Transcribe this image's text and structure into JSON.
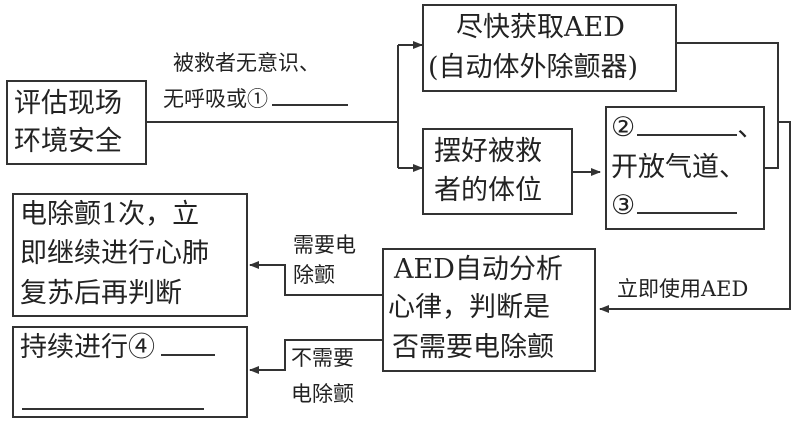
{
  "diagram": {
    "title": "AED急救流程",
    "nodes": {
      "assess": {
        "lines": [
          "评估现场",
          "环境安全"
        ]
      },
      "get_aed": {
        "lines": [
          "尽快获取AED",
          "(自动体外除颤器)"
        ]
      },
      "position": {
        "lines": [
          "摆好被救",
          "者的体位"
        ]
      },
      "cpr": {
        "line1_prefix": "②",
        "line2": "开放气道、",
        "line3_prefix": "③",
        "sep": "、"
      },
      "analyze": {
        "lines": [
          "AED自动分析",
          "心律，判断是",
          "否需要电除颤"
        ]
      },
      "shock": {
        "lines": [
          "电除颤1次，立",
          "即继续进行心肺",
          "复苏后再判断"
        ]
      },
      "continue": {
        "prefix": "持续进行④"
      }
    },
    "edges": {
      "assess_to_branch": {
        "lines": [
          "被救者无意识、",
          "无呼吸或①"
        ]
      },
      "to_analyze": {
        "label": "立即使用AED"
      },
      "need_shock": {
        "lines": [
          "需要电",
          "除颤"
        ]
      },
      "no_shock": {
        "lines": [
          "不需要",
          "电除颤"
        ]
      }
    }
  }
}
